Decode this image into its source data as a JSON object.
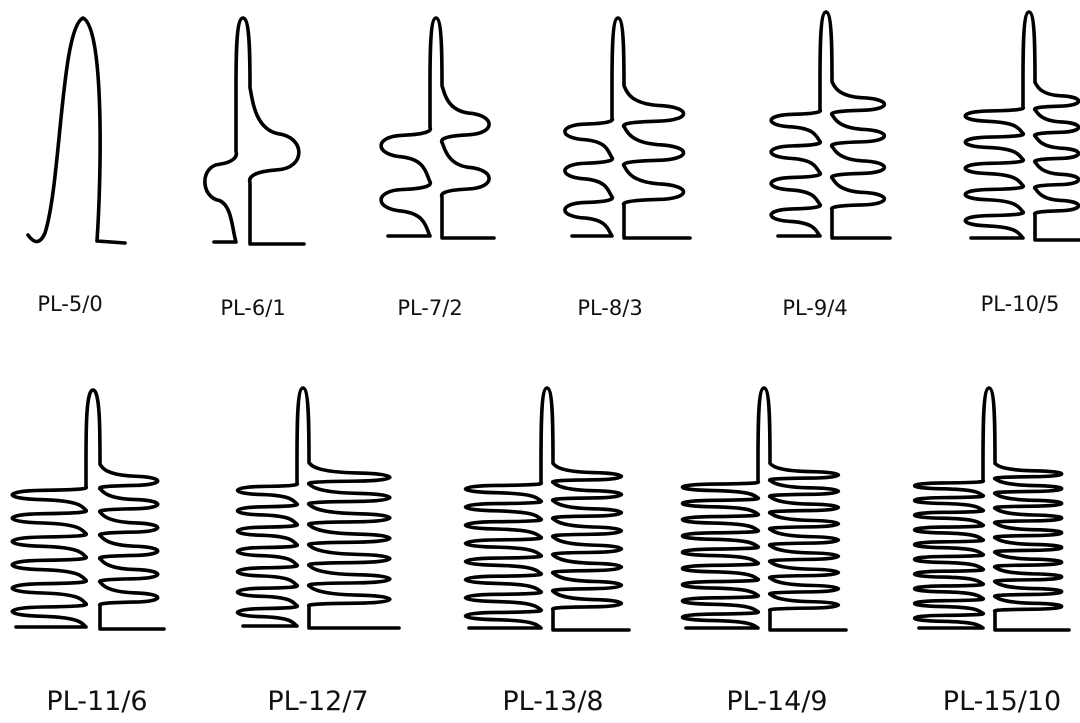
{
  "figure": {
    "shapes": [
      {
        "label": "PL-5/0",
        "pairs": 0
      },
      {
        "label": "PL-6/1",
        "pairs": 1
      },
      {
        "label": "PL-7/2",
        "pairs": 2
      },
      {
        "label": "PL-8/3",
        "pairs": 3
      },
      {
        "label": "PL-9/4",
        "pairs": 4
      },
      {
        "label": "PL-10/5",
        "pairs": 5
      },
      {
        "label": "PL-11/6",
        "pairs": 6
      },
      {
        "label": "PL-12/7",
        "pairs": 7
      },
      {
        "label": "PL-13/8",
        "pairs": 8
      },
      {
        "label": "PL-14/9",
        "pairs": 9
      },
      {
        "label": "PL-15/10",
        "pairs": 10
      }
    ],
    "stroke_color": "#000000",
    "background": "#ffffff"
  }
}
